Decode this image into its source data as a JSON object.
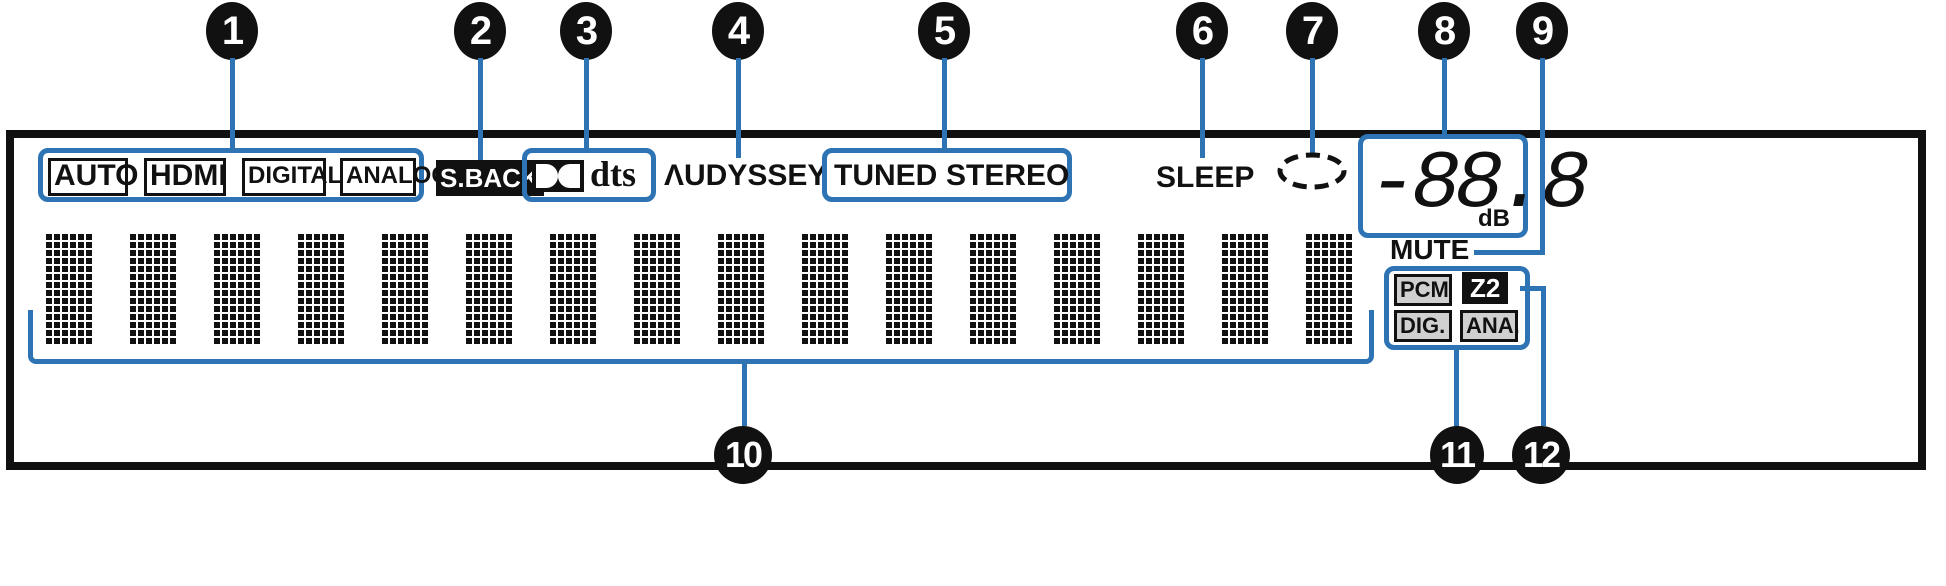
{
  "callouts": [
    "1",
    "2",
    "3",
    "4",
    "5",
    "6",
    "7",
    "8",
    "9",
    "10",
    "11",
    "12"
  ],
  "input_indicators": [
    "AUTO",
    "HDMI",
    "DIGITAL",
    "ANALOG"
  ],
  "surround_back": "S.BACK",
  "decoder_logos": {
    "dolby": "DD",
    "dts": "dts"
  },
  "audyssey": "ΛUDYSSEY",
  "tuner": {
    "tuned": "TUNED",
    "stereo": "STEREO"
  },
  "sleep": "SLEEP",
  "volume": {
    "display": "-88.8",
    "unit": "dB"
  },
  "mute": "MUTE",
  "signal_indicators": {
    "pcm": "PCM",
    "dig": "DIG.",
    "ana": "ANA."
  },
  "zone": "Z2",
  "colors": {
    "callout_line": "#2e74b5",
    "segment": "#111111",
    "frame": "#111111"
  },
  "info_display": {
    "characters": 16
  }
}
